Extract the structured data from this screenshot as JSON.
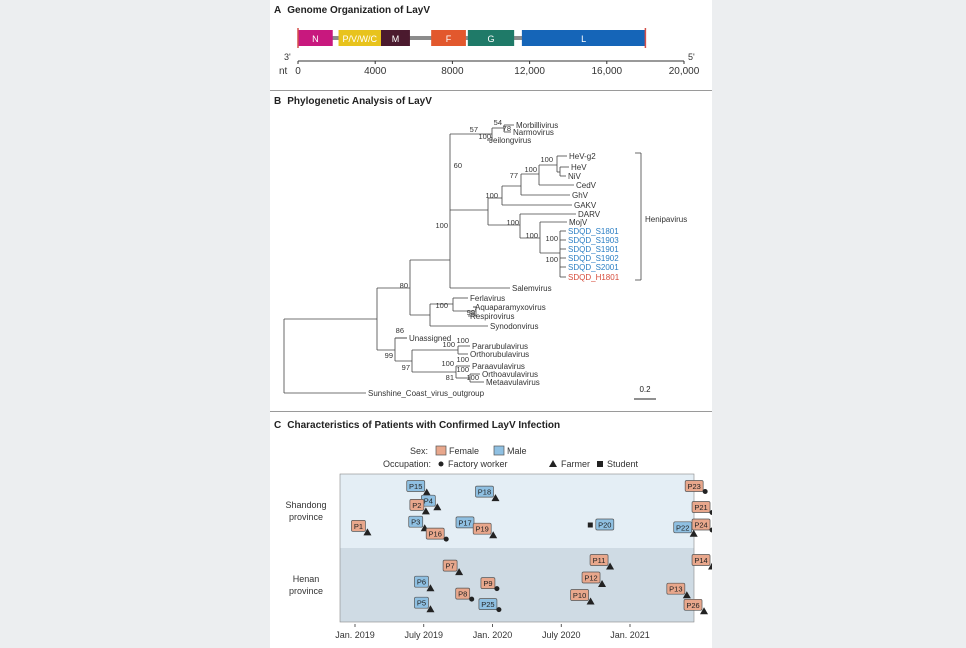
{
  "panel_a": {
    "letter": "A",
    "title": "Genome Organization of LayV",
    "end_left": "3'",
    "end_right": "5'",
    "axis_unit": "nt",
    "axis_ticks": [
      "0",
      "4000",
      "8000",
      "12,000",
      "16,000",
      "20,000"
    ],
    "axis_tick_values": [
      0,
      4000,
      8000,
      12000,
      16000,
      20000
    ],
    "genome_length": 18000,
    "genes": [
      {
        "label": "N",
        "start": 0,
        "end": 1800,
        "color": "#c8187e",
        "text_color": "#ffffff"
      },
      {
        "label": "P/V/W/C",
        "start": 2100,
        "end": 4300,
        "color": "#e8c31c",
        "text_color": "#ffffff"
      },
      {
        "label": "M",
        "start": 4300,
        "end": 5800,
        "color": "#4b1a2e",
        "text_color": "#ffffff"
      },
      {
        "label": "F",
        "start": 6900,
        "end": 8700,
        "color": "#e2582d",
        "text_color": "#ffffff"
      },
      {
        "label": "G",
        "start": 8800,
        "end": 11200,
        "color": "#1f7a68",
        "text_color": "#ffffff"
      },
      {
        "label": "L",
        "start": 11600,
        "end": 18000,
        "color": "#1565b8",
        "text_color": "#ffffff"
      }
    ]
  },
  "panel_b": {
    "letter": "B",
    "title": "Phylogenetic Analysis of LayV",
    "taxa": [
      {
        "label": "Morbillivirus",
        "color": "#333333"
      },
      {
        "label": "Narmovirus",
        "color": "#333333"
      },
      {
        "label": "Jeilongvirus",
        "color": "#333333"
      },
      {
        "label": "HeV-g2",
        "color": "#333333"
      },
      {
        "label": "HeV",
        "color": "#333333"
      },
      {
        "label": "NiV",
        "color": "#333333"
      },
      {
        "label": "CedV",
        "color": "#333333"
      },
      {
        "label": "GhV",
        "color": "#333333"
      },
      {
        "label": "GAKV",
        "color": "#333333"
      },
      {
        "label": "DARV",
        "color": "#333333"
      },
      {
        "label": "MojV",
        "color": "#333333"
      },
      {
        "label": "SDQD_S1801",
        "color": "#2c7fc4"
      },
      {
        "label": "SDQD_S1903",
        "color": "#2c7fc4"
      },
      {
        "label": "SDQD_S1901",
        "color": "#2c7fc4"
      },
      {
        "label": "SDQD_S1902",
        "color": "#2c7fc4"
      },
      {
        "label": "SDQD_S2001",
        "color": "#2c7fc4"
      },
      {
        "label": "SDQD_H1801",
        "color": "#d64b3a"
      },
      {
        "label": "Salemvirus",
        "color": "#333333"
      },
      {
        "label": "Ferlavirus",
        "color": "#333333"
      },
      {
        "label": "Aquaparamyxovirus",
        "color": "#333333"
      },
      {
        "label": "Respirovirus",
        "color": "#333333"
      },
      {
        "label": "Synodonvirus",
        "color": "#333333"
      },
      {
        "label": "Unassigned",
        "color": "#333333"
      },
      {
        "label": "Pararubulavirus",
        "color": "#333333"
      },
      {
        "label": "Orthorubulavirus",
        "color": "#333333"
      },
      {
        "label": "Paraavulavirus",
        "color": "#333333"
      },
      {
        "label": "Orthoavulavirus",
        "color": "#333333"
      },
      {
        "label": "Metaavulavirus",
        "color": "#333333"
      },
      {
        "label": "Sunshine_Coast_virus_outgroup",
        "color": "#333333"
      }
    ],
    "bootstrap": [
      "54",
      "78",
      "57",
      "100",
      "60",
      "100",
      "100",
      "77",
      "100",
      "100",
      "100",
      "100",
      "100",
      "100",
      "100",
      "99",
      "80",
      "86",
      "100",
      "100",
      "100",
      "99",
      "100",
      "97",
      "100",
      "81",
      "100"
    ],
    "clade_label": "Henipavirus",
    "scale_label": "0.2"
  },
  "panel_c": {
    "letter": "C",
    "title": "Characteristics of Patients with Confirmed LayV Infection",
    "legend": {
      "sex_label": "Sex:",
      "female_label": "Female",
      "male_label": "Male",
      "occupation_label": "Occupation:",
      "factory_label": "Factory worker",
      "farmer_label": "Farmer",
      "student_label": "Student"
    },
    "rows": [
      {
        "label_1": "Shandong",
        "label_2": "province"
      },
      {
        "label_1": "Henan",
        "label_2": "province"
      }
    ],
    "x_ticks": [
      "Jan. 2019",
      "July 2019",
      "Jan. 2020",
      "July 2020",
      "Jan. 2021"
    ],
    "colors": {
      "female": "#e8a78c",
      "male": "#8fc0e2",
      "row_top": "#e4eef5",
      "row_bottom": "#cfdbe4"
    },
    "patients": [
      {
        "id": "P15",
        "sex": "male",
        "occ": "farmer",
        "month": 5.3,
        "row": 0,
        "lane": 0
      },
      {
        "id": "P18",
        "sex": "male",
        "occ": "farmer",
        "month": 11.3,
        "row": 0,
        "lane": 0.4
      },
      {
        "id": "P23",
        "sex": "female",
        "occ": "factory",
        "month": 29.6,
        "row": 0,
        "lane": 0
      },
      {
        "id": "P4",
        "sex": "male",
        "occ": "farmer",
        "month": 6.4,
        "row": 0,
        "lane": 1.05
      },
      {
        "id": "P2",
        "sex": "female",
        "occ": "farmer",
        "month": 5.4,
        "row": 0,
        "lane": 1.35
      },
      {
        "id": "P21",
        "sex": "female",
        "occ": "factory",
        "month": 30.2,
        "row": 0,
        "lane": 1.5
      },
      {
        "id": "P3",
        "sex": "male",
        "occ": "farmer",
        "month": 5.3,
        "row": 0,
        "lane": 2.55
      },
      {
        "id": "P17",
        "sex": "male",
        "occ": "factory",
        "month": 9.6,
        "row": 0,
        "lane": 2.6
      },
      {
        "id": "P19",
        "sex": "female",
        "occ": "farmer",
        "month": 11.1,
        "row": 0,
        "lane": 3.05
      },
      {
        "id": "P20",
        "sex": "male",
        "occ": "student",
        "month": 21.8,
        "row": 0,
        "lane": 2.75
      },
      {
        "id": "P24",
        "sex": "female",
        "occ": "factory",
        "month": 30.2,
        "row": 0,
        "lane": 2.75
      },
      {
        "id": "P22",
        "sex": "male",
        "occ": "farmer",
        "month": 28.6,
        "row": 0,
        "lane": 2.95
      },
      {
        "id": "P1",
        "sex": "female",
        "occ": "farmer",
        "month": 0.3,
        "row": 0,
        "lane": 2.85
      },
      {
        "id": "P16",
        "sex": "female",
        "occ": "factory",
        "month": 7.0,
        "row": 0,
        "lane": 3.4
      },
      {
        "id": "P11",
        "sex": "female",
        "occ": "farmer",
        "month": 21.3,
        "row": 1,
        "lane": 0
      },
      {
        "id": "P14",
        "sex": "female",
        "occ": "farmer",
        "month": 30.2,
        "row": 1,
        "lane": 0
      },
      {
        "id": "P7",
        "sex": "female",
        "occ": "farmer",
        "month": 8.3,
        "row": 1,
        "lane": 0.4
      },
      {
        "id": "P12",
        "sex": "female",
        "occ": "farmer",
        "month": 20.6,
        "row": 1,
        "lane": 1.25
      },
      {
        "id": "P6",
        "sex": "male",
        "occ": "farmer",
        "month": 5.8,
        "row": 1,
        "lane": 1.55
      },
      {
        "id": "P9",
        "sex": "female",
        "occ": "factory",
        "month": 11.6,
        "row": 1,
        "lane": 1.65
      },
      {
        "id": "P13",
        "sex": "female",
        "occ": "farmer",
        "month": 28.0,
        "row": 1,
        "lane": 2.05
      },
      {
        "id": "P8",
        "sex": "female",
        "occ": "factory",
        "month": 9.4,
        "row": 1,
        "lane": 2.4
      },
      {
        "id": "P10",
        "sex": "female",
        "occ": "farmer",
        "month": 19.6,
        "row": 1,
        "lane": 2.5
      },
      {
        "id": "P5",
        "sex": "male",
        "occ": "farmer",
        "month": 5.8,
        "row": 1,
        "lane": 3.05
      },
      {
        "id": "P25",
        "sex": "male",
        "occ": "factory",
        "month": 11.6,
        "row": 1,
        "lane": 3.15
      },
      {
        "id": "P26",
        "sex": "female",
        "occ": "farmer",
        "month": 29.5,
        "row": 1,
        "lane": 3.2
      }
    ]
  }
}
